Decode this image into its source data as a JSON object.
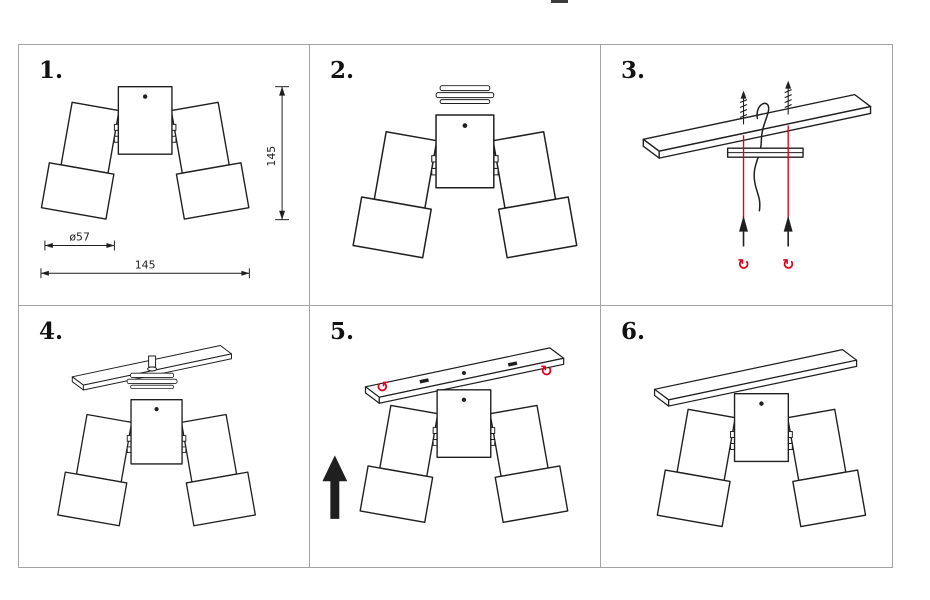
{
  "steps": [
    {
      "number": "1."
    },
    {
      "number": "2."
    },
    {
      "number": "3."
    },
    {
      "number": "4."
    },
    {
      "number": "5."
    },
    {
      "number": "6."
    }
  ],
  "dimensions": {
    "total_width": "145",
    "total_height": "145",
    "spot_diameter": "ø57"
  },
  "icons": {
    "rotate_cw": "↻",
    "rotate_ccw": "↺"
  },
  "colors": {
    "line": "#1f1f1f",
    "accent_red": "#e2001a",
    "grid_border": "#a3a3a3",
    "background": "#ffffff"
  }
}
